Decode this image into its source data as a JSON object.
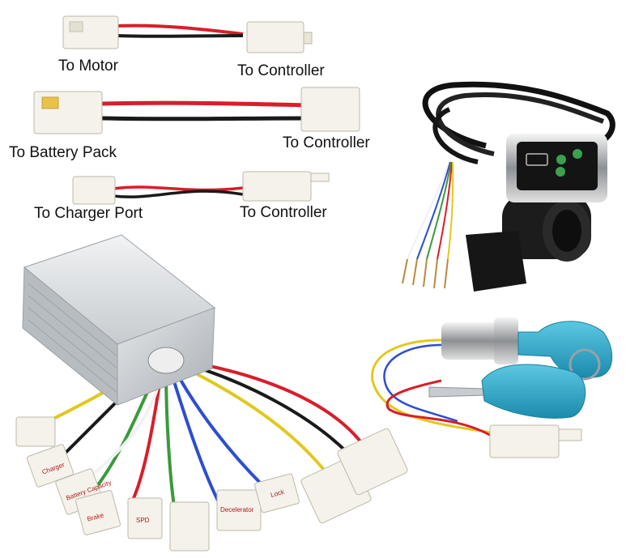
{
  "labels": {
    "motor_left": "To Motor",
    "motor_right": "To Controller",
    "battery_left": "To Battery Pack",
    "battery_right": "To Controller",
    "charger_left": "To Charger Port",
    "charger_right": "To Controller"
  },
  "connector_tags": {
    "charger": "Charger",
    "battery_capacity": "Battery Capacity",
    "brake": "Brake",
    "spd": "SPD",
    "decelerator": "Decelerator",
    "lock": "Lock"
  },
  "colors": {
    "red_wire": "#d81e2a",
    "black_wire": "#1a1a1a",
    "connector": "#f4f2ea",
    "controller_body": "#c9ced2",
    "key_blue": "#2aa6c7",
    "throttle_silver": "#b9bcc0"
  }
}
